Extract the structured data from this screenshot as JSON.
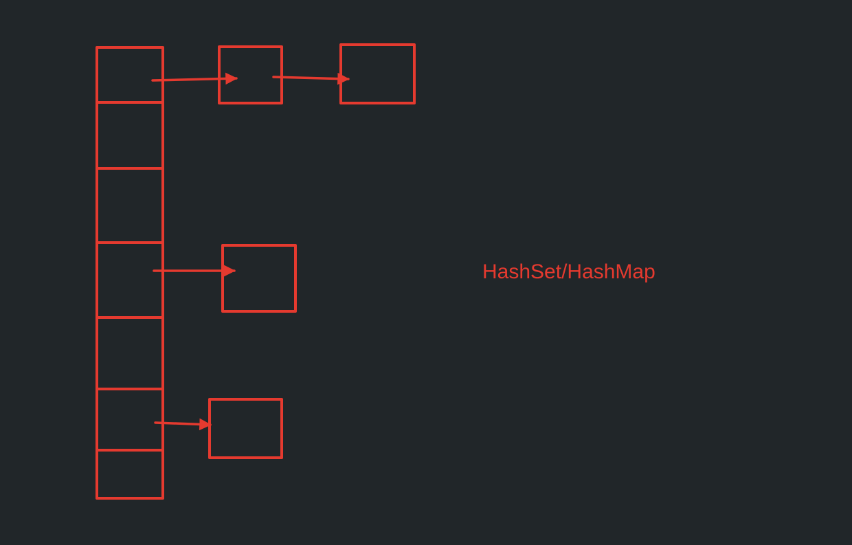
{
  "title": "HashSet/HashMap",
  "colors": {
    "background": "#212629",
    "stroke": "#e53a2f",
    "text": "#e53a2f"
  },
  "diagram": {
    "bucket_count": 7,
    "chains": [
      {
        "bucket": 0,
        "nodes": 2
      },
      {
        "bucket": 3,
        "nodes": 1
      },
      {
        "bucket": 5,
        "nodes": 1
      }
    ]
  }
}
